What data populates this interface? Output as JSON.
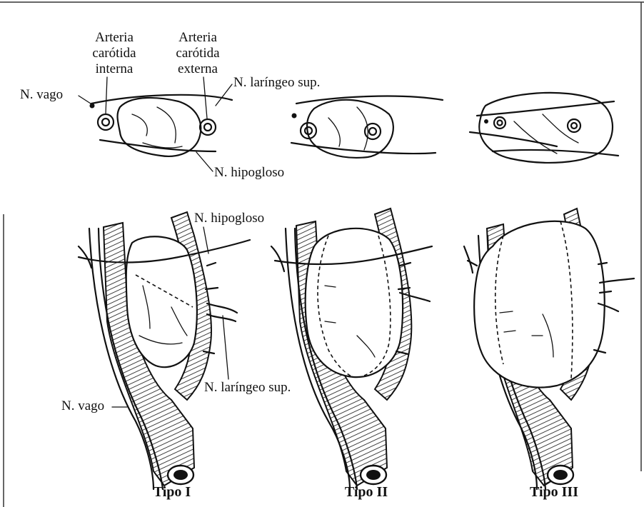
{
  "labels": {
    "arteria_interna": [
      "Arteria",
      "carótida",
      "interna"
    ],
    "arteria_externa": [
      "Arteria",
      "carótida",
      "externa"
    ],
    "n_vago_top": "N. vago",
    "n_laringeo_top": "N. laríngeo sup.",
    "n_hipogloso_top": "N. hipogloso",
    "n_hipogloso_bottom": "N. hipogloso",
    "n_laringeo_bottom": "N. laríngeo sup.",
    "n_vago_bottom": "N. vago"
  },
  "captions": {
    "tipo1": "Tipo I",
    "tipo2": "Tipo II",
    "tipo3": "Tipo III"
  },
  "colors": {
    "ink": "#111111",
    "frame": "#333333",
    "background": "#ffffff"
  }
}
